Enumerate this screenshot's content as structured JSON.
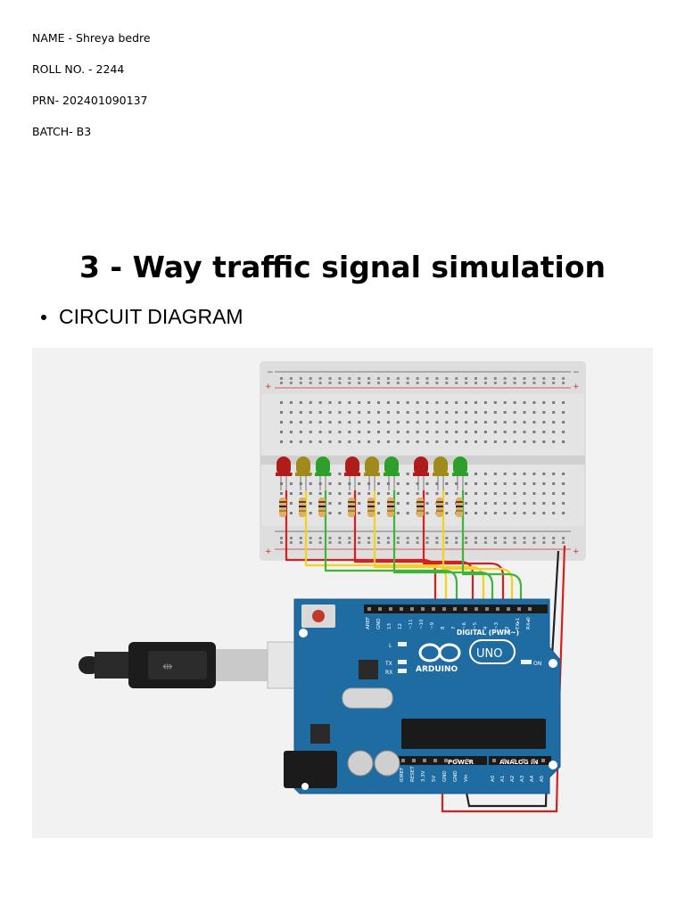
{
  "student": {
    "name_line": "NAME - Shreya bedre",
    "roll_line": "ROLL NO. - 2244",
    "prn_line": "PRN- 202401090137",
    "batch_line": "BATCH- B3"
  },
  "title": "3 - Way traffic signal simulation",
  "section": {
    "bullet_label": "CIRCUIT DIAGRAM"
  },
  "diagram": {
    "board": {
      "brand": "ARDUINO",
      "model": "UNO",
      "digital_label": "DIGITAL (PWM~)",
      "power_label": "POWER",
      "analog_label": "ANALOG IN",
      "on_label": "ON",
      "l_label": "L",
      "tx_label": "TX",
      "rx_label": "RX",
      "digital_pins": [
        "AREF",
        "GND",
        "13",
        "12",
        "~11",
        "~10",
        "~9",
        "8",
        "7",
        "~6",
        "~5",
        "4",
        "~3",
        "2",
        "TX▸1",
        "RX◂0"
      ],
      "power_pins": [
        "IOREF",
        "RESET",
        "3.3V",
        "5V",
        "GND",
        "GND",
        "Vin"
      ],
      "analog_pins": [
        "A0",
        "A1",
        "A2",
        "A3",
        "A4",
        "A5"
      ]
    },
    "led_colors": [
      "red",
      "yellow",
      "green",
      "red",
      "yellow",
      "green",
      "red",
      "yellow",
      "green"
    ],
    "colors": {
      "board_blue": "#1f6ca3",
      "wire_red": "#d32020",
      "wire_yellow": "#f2d21a",
      "wire_green": "#3db43a",
      "wire_black": "#222222",
      "led_red": "#b01c1c",
      "led_yellow": "#a08a1c",
      "led_green": "#2ea02a",
      "panel_bg": "#f2f2f2"
    }
  }
}
